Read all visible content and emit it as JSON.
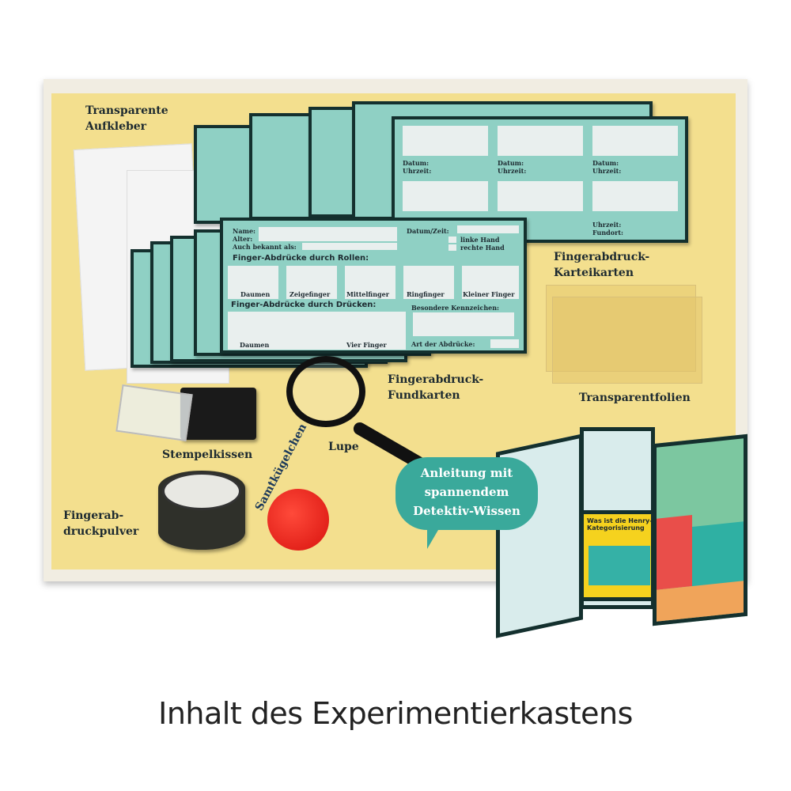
{
  "caption": "Inhalt des Experimentierkastens",
  "labels": {
    "stickers": [
      "Transparente",
      "Aufkleber"
    ],
    "index_cards": [
      "Fingerabdruck-",
      "Karteikarten"
    ],
    "found_cards": [
      "Fingerabdruck-",
      "Fundkarten"
    ],
    "foils": "Transparentfolien",
    "ink_pad": "Stempelkissen",
    "magnifier": "Lupe",
    "powder": [
      "Fingerab-",
      "druckpulver"
    ],
    "velvet_balls": "Samtkügelchen"
  },
  "bubble": [
    "Anleitung mit",
    "spannendem",
    "Detektiv-Wissen"
  ],
  "index_card": {
    "fields": [
      "Datum:",
      "Uhrzeit:",
      "Fundort:"
    ]
  },
  "found_card": {
    "name": "Name:",
    "age": "Alter:",
    "alias": "Auch bekannt als:",
    "datetime": "Datum/Zeit:",
    "left_hand": "linke Hand",
    "right_hand": "rechte Hand",
    "rolled_title": "Finger-Abdrücke durch Rollen:",
    "rolled": [
      "Daumen",
      "Zeigefinger",
      "Mittelfinger",
      "Ringfinger",
      "Kleiner Finger"
    ],
    "pressed_title": "Finger-Abdrücke durch Drücken:",
    "pressed": [
      "Daumen",
      "Vier Finger"
    ],
    "marks": "Besondere Kennzeichen:",
    "type": "Art der Abdrücke:"
  },
  "booklet": {
    "heading": "Was ist die Henry-Kategorisierung"
  },
  "colors": {
    "yellow": "#f3df8e",
    "teal": "#8fd0c4",
    "bubble": "#3aa99b",
    "dark": "#14302e",
    "pompom": "#e8201c"
  }
}
